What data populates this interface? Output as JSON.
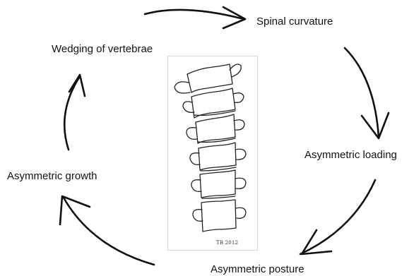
{
  "cycle": {
    "steps": [
      {
        "id": "spinal-curvature",
        "label": "Spinal curvature"
      },
      {
        "id": "asymmetric-loading",
        "label": "Asymmetric loading"
      },
      {
        "id": "asymmetric-posture",
        "label": "Asymmetric posture"
      },
      {
        "id": "asymmetric-growth",
        "label": "Asymmetric growth"
      },
      {
        "id": "wedging-of-vertebrae",
        "label": "Wedging of vertebrae"
      }
    ],
    "arrow_color": "#111111",
    "text_color": "#111111"
  },
  "illustration": {
    "subject": "spine-drawing",
    "signature": "TB 2012",
    "stroke_color": "#222222"
  }
}
